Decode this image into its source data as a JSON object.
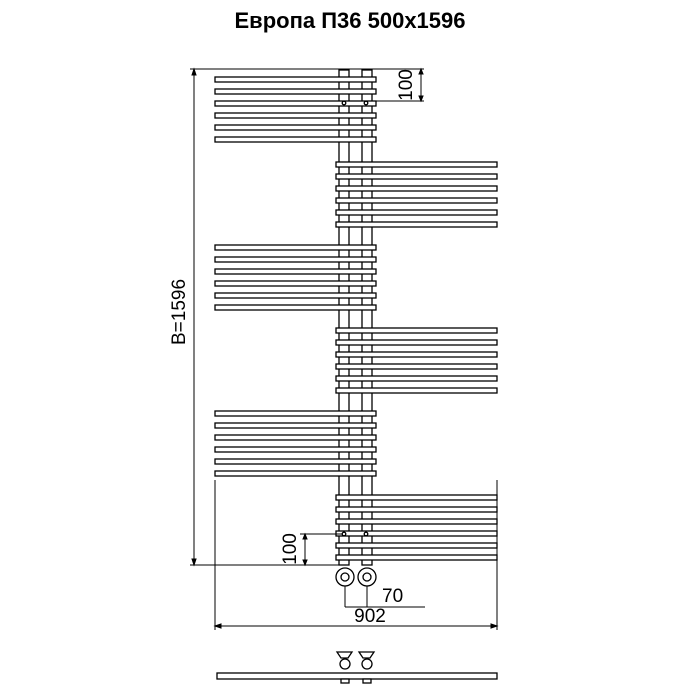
{
  "title": "Европа П36 500x1596",
  "dimensions": {
    "height_label": "B=1596",
    "top_offset_label": "100",
    "bottom_offset_label": "100",
    "connection_distance_label": "70",
    "width_label": "902"
  }
}
